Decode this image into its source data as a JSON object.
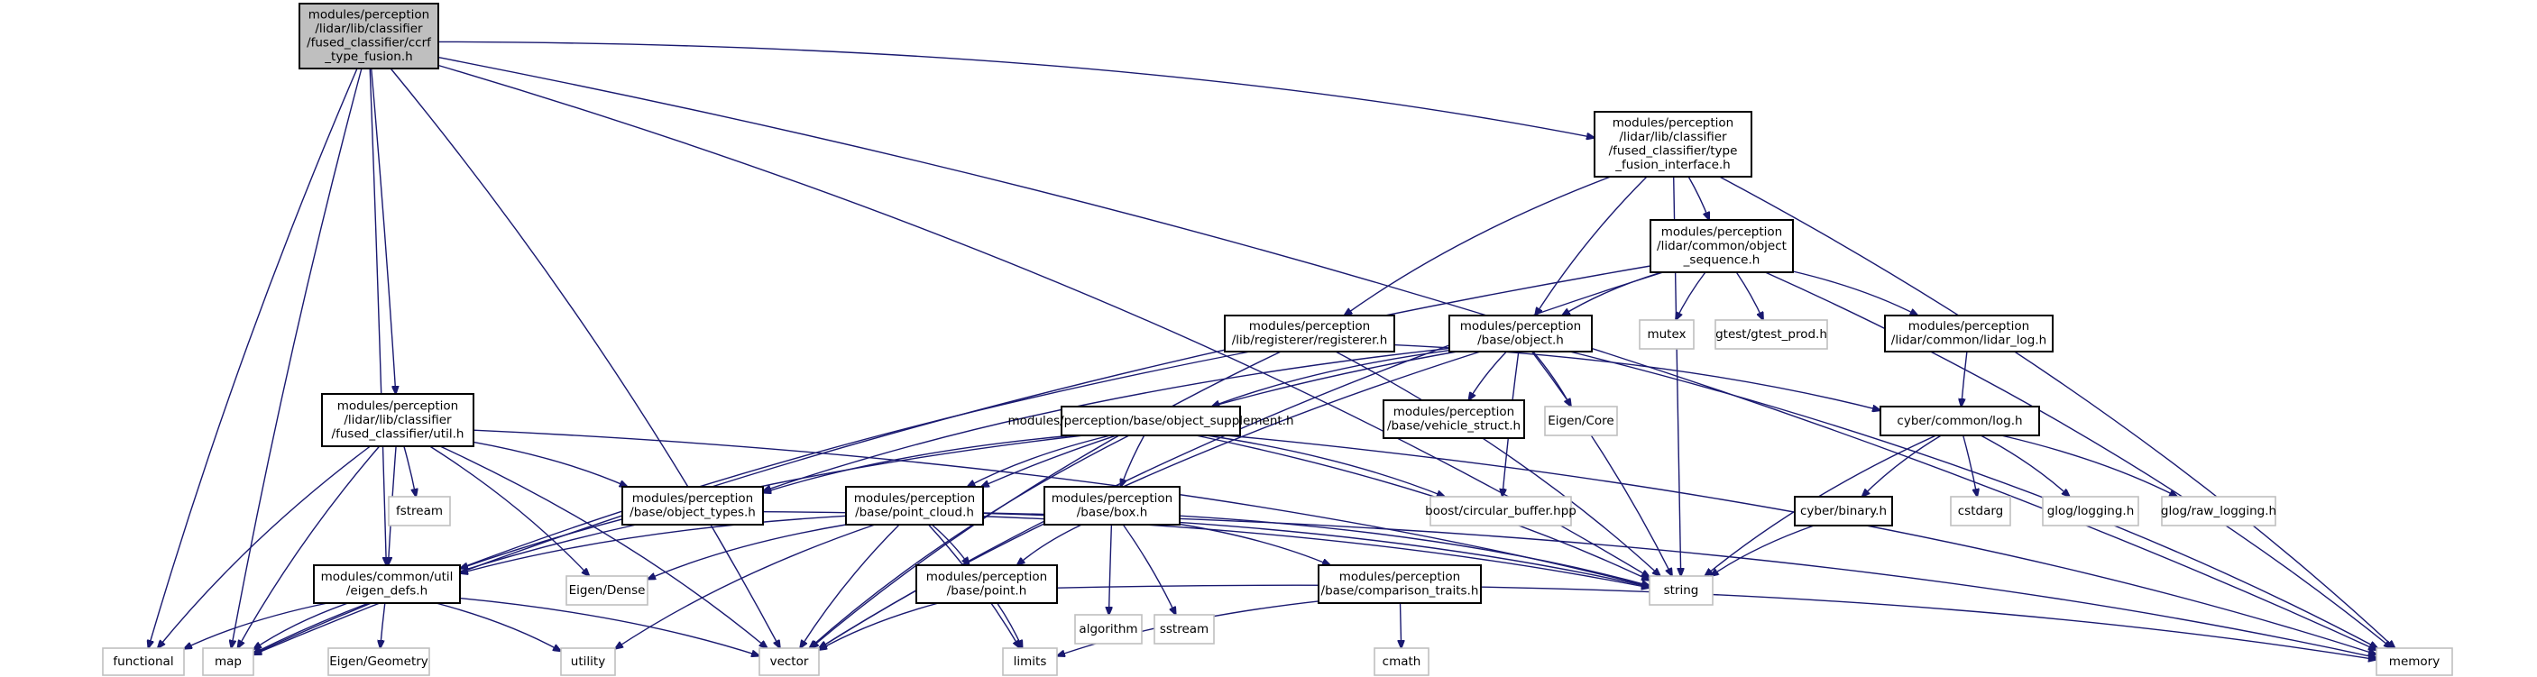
{
  "colors": {
    "root_fill": "#bfbfbf",
    "node_border": "#000000",
    "system_border": "#bfbfbf",
    "edge": "#191970"
  },
  "nodes": [
    {
      "id": "ccrf",
      "kind": "root",
      "lines": [
        "modules/perception",
        "/lidar/lib/classifier",
        "/fused_classifier/ccrf",
        "_type_fusion.h"
      ]
    },
    {
      "id": "tfi",
      "kind": "file",
      "lines": [
        "modules/perception",
        "/lidar/lib/classifier",
        "/fused_classifier/type",
        "_fusion_interface.h"
      ]
    },
    {
      "id": "objseq",
      "kind": "file",
      "lines": [
        "modules/perception",
        "/lidar/common/object",
        "_sequence.h"
      ]
    },
    {
      "id": "registerer",
      "kind": "file",
      "lines": [
        "modules/perception",
        "/lib/registerer/registerer.h"
      ]
    },
    {
      "id": "object",
      "kind": "file",
      "lines": [
        "modules/perception",
        "/base/object.h"
      ]
    },
    {
      "id": "mutex",
      "kind": "system",
      "lines": [
        "mutex"
      ]
    },
    {
      "id": "gtest",
      "kind": "system",
      "lines": [
        "gtest/gtest_prod.h"
      ]
    },
    {
      "id": "lidarlog",
      "kind": "file",
      "lines": [
        "modules/perception",
        "/lidar/common/lidar_log.h"
      ]
    },
    {
      "id": "util",
      "kind": "file",
      "lines": [
        "modules/perception",
        "/lidar/lib/classifier",
        "/fused_classifier/util.h"
      ]
    },
    {
      "id": "objsupp",
      "kind": "file",
      "lines": [
        "modules/perception/base/object_supplement.h"
      ]
    },
    {
      "id": "vehstruct",
      "kind": "file",
      "lines": [
        "modules/perception",
        "/base/vehicle_struct.h"
      ]
    },
    {
      "id": "eigencore",
      "kind": "system",
      "lines": [
        "Eigen/Core"
      ]
    },
    {
      "id": "cyberlog",
      "kind": "file",
      "lines": [
        "cyber/common/log.h"
      ]
    },
    {
      "id": "fstream",
      "kind": "system",
      "lines": [
        "fstream"
      ]
    },
    {
      "id": "objtypes",
      "kind": "file",
      "lines": [
        "modules/perception",
        "/base/object_types.h"
      ]
    },
    {
      "id": "pointcloud",
      "kind": "file",
      "lines": [
        "modules/perception",
        "/base/point_cloud.h"
      ]
    },
    {
      "id": "box",
      "kind": "file",
      "lines": [
        "modules/perception",
        "/base/box.h"
      ]
    },
    {
      "id": "circbuf",
      "kind": "system",
      "lines": [
        "boost/circular_buffer.hpp"
      ]
    },
    {
      "id": "binary",
      "kind": "file",
      "lines": [
        "cyber/binary.h"
      ]
    },
    {
      "id": "cstdarg",
      "kind": "system",
      "lines": [
        "cstdarg"
      ]
    },
    {
      "id": "glog",
      "kind": "system",
      "lines": [
        "glog/logging.h"
      ]
    },
    {
      "id": "rawlog",
      "kind": "system",
      "lines": [
        "glog/raw_logging.h"
      ]
    },
    {
      "id": "eigendefs",
      "kind": "file",
      "lines": [
        "modules/common/util",
        "/eigen_defs.h"
      ]
    },
    {
      "id": "eigendense",
      "kind": "system",
      "lines": [
        "Eigen/Dense"
      ]
    },
    {
      "id": "algorithm",
      "kind": "system",
      "lines": [
        "algorithm"
      ]
    },
    {
      "id": "sstream",
      "kind": "system",
      "lines": [
        "sstream"
      ]
    },
    {
      "id": "point",
      "kind": "file",
      "lines": [
        "modules/perception",
        "/base/point.h"
      ]
    },
    {
      "id": "comptraits",
      "kind": "file",
      "lines": [
        "modules/perception",
        "/base/comparison_traits.h"
      ]
    },
    {
      "id": "string",
      "kind": "system",
      "lines": [
        "string"
      ]
    },
    {
      "id": "functional",
      "kind": "system",
      "lines": [
        "functional"
      ]
    },
    {
      "id": "map",
      "kind": "system",
      "lines": [
        "map"
      ]
    },
    {
      "id": "eigengeom",
      "kind": "system",
      "lines": [
        "Eigen/Geometry"
      ]
    },
    {
      "id": "utility",
      "kind": "system",
      "lines": [
        "utility"
      ]
    },
    {
      "id": "vector",
      "kind": "system",
      "lines": [
        "vector"
      ]
    },
    {
      "id": "limits",
      "kind": "system",
      "lines": [
        "limits"
      ]
    },
    {
      "id": "cmath",
      "kind": "system",
      "lines": [
        "cmath"
      ]
    },
    {
      "id": "memory",
      "kind": "system",
      "lines": [
        "memory"
      ]
    }
  ],
  "edges": [
    [
      "ccrf",
      "tfi"
    ],
    [
      "ccrf",
      "util"
    ],
    [
      "ccrf",
      "functional"
    ],
    [
      "ccrf",
      "map"
    ],
    [
      "ccrf",
      "eigendefs"
    ],
    [
      "ccrf",
      "vector"
    ],
    [
      "ccrf",
      "string"
    ],
    [
      "ccrf",
      "memory"
    ],
    [
      "tfi",
      "objseq"
    ],
    [
      "tfi",
      "registerer"
    ],
    [
      "tfi",
      "object"
    ],
    [
      "tfi",
      "string"
    ],
    [
      "tfi",
      "memory"
    ],
    [
      "objseq",
      "object"
    ],
    [
      "objseq",
      "mutex"
    ],
    [
      "objseq",
      "gtest"
    ],
    [
      "objseq",
      "lidarlog"
    ],
    [
      "objseq",
      "map"
    ],
    [
      "objseq",
      "vector"
    ],
    [
      "objseq",
      "memory"
    ],
    [
      "registerer",
      "cyberlog"
    ],
    [
      "registerer",
      "map"
    ],
    [
      "registerer",
      "vector"
    ],
    [
      "registerer",
      "string"
    ],
    [
      "object",
      "objsupp"
    ],
    [
      "object",
      "vehstruct"
    ],
    [
      "object",
      "eigencore"
    ],
    [
      "object",
      "objtypes"
    ],
    [
      "object",
      "pointcloud"
    ],
    [
      "object",
      "circbuf"
    ],
    [
      "object",
      "string"
    ],
    [
      "object",
      "vector"
    ],
    [
      "object",
      "memory"
    ],
    [
      "lidarlog",
      "cyberlog"
    ],
    [
      "util",
      "fstream"
    ],
    [
      "util",
      "objtypes"
    ],
    [
      "util",
      "eigendefs"
    ],
    [
      "util",
      "eigendense"
    ],
    [
      "util",
      "functional"
    ],
    [
      "util",
      "map"
    ],
    [
      "util",
      "vector"
    ],
    [
      "util",
      "string"
    ],
    [
      "objsupp",
      "objtypes"
    ],
    [
      "objsupp",
      "pointcloud"
    ],
    [
      "objsupp",
      "box"
    ],
    [
      "objsupp",
      "circbuf"
    ],
    [
      "objsupp",
      "eigendefs"
    ],
    [
      "objsupp",
      "string"
    ],
    [
      "objsupp",
      "vector"
    ],
    [
      "objsupp",
      "memory"
    ],
    [
      "cyberlog",
      "binary"
    ],
    [
      "cyberlog",
      "cstdarg"
    ],
    [
      "cyberlog",
      "glog"
    ],
    [
      "cyberlog",
      "rawlog"
    ],
    [
      "cyberlog",
      "string"
    ],
    [
      "objtypes",
      "map"
    ],
    [
      "objtypes",
      "string"
    ],
    [
      "pointcloud",
      "eigendefs"
    ],
    [
      "pointcloud",
      "eigendense"
    ],
    [
      "pointcloud",
      "point"
    ],
    [
      "pointcloud",
      "limits"
    ],
    [
      "pointcloud",
      "utility"
    ],
    [
      "pointcloud",
      "vector"
    ],
    [
      "pointcloud",
      "string"
    ],
    [
      "pointcloud",
      "memory"
    ],
    [
      "box",
      "point"
    ],
    [
      "box",
      "comptraits"
    ],
    [
      "box",
      "algorithm"
    ],
    [
      "box",
      "sstream"
    ],
    [
      "box",
      "string"
    ],
    [
      "binary",
      "string"
    ],
    [
      "eigendefs",
      "functional"
    ],
    [
      "eigendefs",
      "map"
    ],
    [
      "eigendefs",
      "eigengeom"
    ],
    [
      "eigendefs",
      "utility"
    ],
    [
      "eigendefs",
      "vector"
    ],
    [
      "point",
      "limits"
    ],
    [
      "point",
      "vector"
    ],
    [
      "point",
      "memory"
    ],
    [
      "comptraits",
      "limits"
    ],
    [
      "comptraits",
      "cmath"
    ]
  ]
}
